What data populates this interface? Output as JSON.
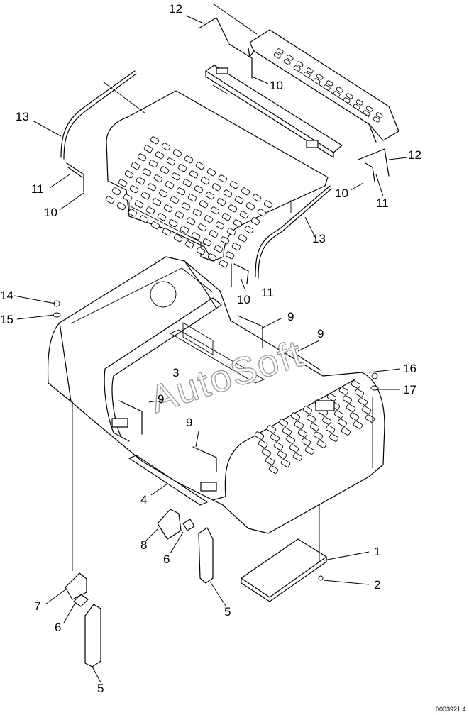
{
  "watermark": "AutoSoft",
  "drawing_code": "0003921 4",
  "callouts": [
    {
      "id": "c12a",
      "label": "12"
    },
    {
      "id": "c10a",
      "label": "10"
    },
    {
      "id": "c13a",
      "label": "13"
    },
    {
      "id": "c11a",
      "label": "11"
    },
    {
      "id": "c10b",
      "label": "10"
    },
    {
      "id": "c12b",
      "label": "12"
    },
    {
      "id": "c10c",
      "label": "10"
    },
    {
      "id": "c11b",
      "label": "11"
    },
    {
      "id": "c13b",
      "label": "13"
    },
    {
      "id": "c10d",
      "label": "10"
    },
    {
      "id": "c11c",
      "label": "11"
    },
    {
      "id": "c14",
      "label": "14"
    },
    {
      "id": "c15",
      "label": "15"
    },
    {
      "id": "c9a",
      "label": "9"
    },
    {
      "id": "c9b",
      "label": "9"
    },
    {
      "id": "c3",
      "label": "3"
    },
    {
      "id": "c9c",
      "label": "9"
    },
    {
      "id": "c16",
      "label": "16"
    },
    {
      "id": "c17",
      "label": "17"
    },
    {
      "id": "c9d",
      "label": "9"
    },
    {
      "id": "c4",
      "label": "4"
    },
    {
      "id": "c8",
      "label": "8"
    },
    {
      "id": "c6a",
      "label": "6"
    },
    {
      "id": "c1",
      "label": "1"
    },
    {
      "id": "c2",
      "label": "2"
    },
    {
      "id": "c7",
      "label": "7"
    },
    {
      "id": "c6b",
      "label": "6"
    },
    {
      "id": "c5a",
      "label": "5"
    },
    {
      "id": "c5b",
      "label": "5"
    }
  ]
}
